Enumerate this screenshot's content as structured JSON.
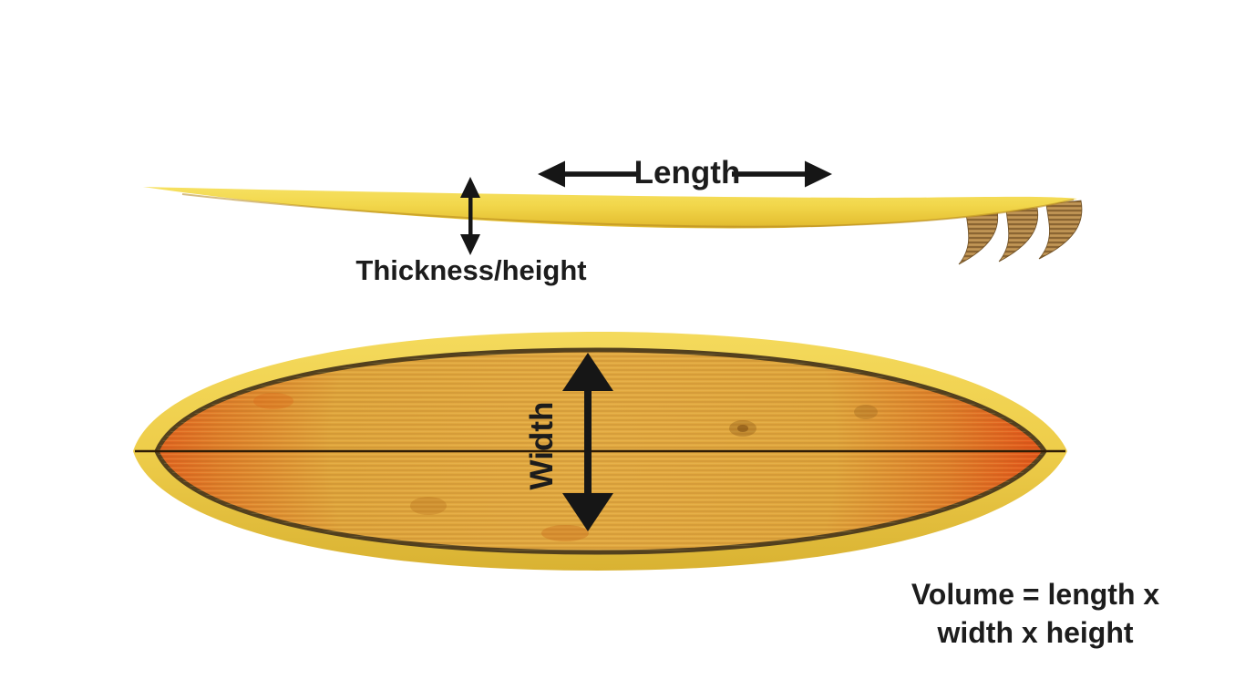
{
  "diagram": {
    "title_semantic": "surfboard-dimensions-diagram",
    "background": "#ffffff",
    "annotation_color": "#1c1c1c",
    "labels": {
      "length": "Length",
      "thickness_height": "Thickness/height",
      "width": "Width",
      "volume_line1": "Volume = length x",
      "volume_line2": "width x height"
    },
    "icons": {
      "length_arrow_left": "black-arrow-pointing-left",
      "length_arrow_right": "black-arrow-pointing-right",
      "thickness_arrow": "black-double-headed-vertical-arrow",
      "width_arrow": "black-double-headed-vertical-arrow"
    },
    "colors": {
      "board_yellow_light": "#f7e367",
      "board_yellow": "#f2d74b",
      "board_yellow_dark": "#d9b232",
      "rail_outline_brown": "#52401e",
      "deck_orange": "#e25a1c",
      "deck_wood_gold": "#e2aa42",
      "stringer_brown": "#2e1c06",
      "fin_wood": "#b78b4d",
      "fin_wood_stripe": "#8a6533",
      "arrow_black": "#161616"
    }
  }
}
